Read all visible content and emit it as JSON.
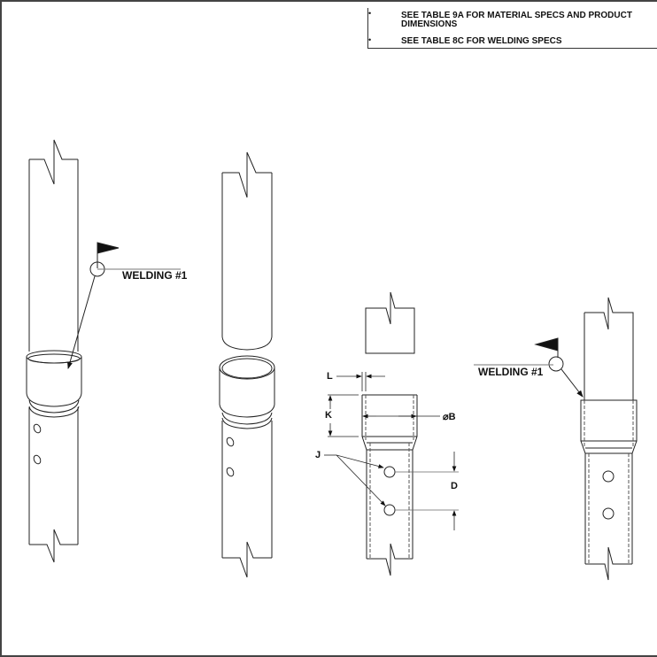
{
  "notes": {
    "items": [
      {
        "bullet": "•",
        "text_line1": "SEE TABLE 9A FOR MATERIAL SPECS AND PRODUCT",
        "text_line2": "DIMENSIONS"
      },
      {
        "bullet": "•",
        "text_line1": "SEE TABLE 8C FOR WELDING SPECS"
      }
    ]
  },
  "callouts": {
    "welding_left": "WELDING #1",
    "welding_right": "WELDING #1"
  },
  "dimensions": {
    "L": "L",
    "K": "K",
    "B": "⌀B",
    "J": "J",
    "D": "D"
  },
  "colors": {
    "line": "#222222",
    "frame": "#444444",
    "dashed": "#555555"
  }
}
